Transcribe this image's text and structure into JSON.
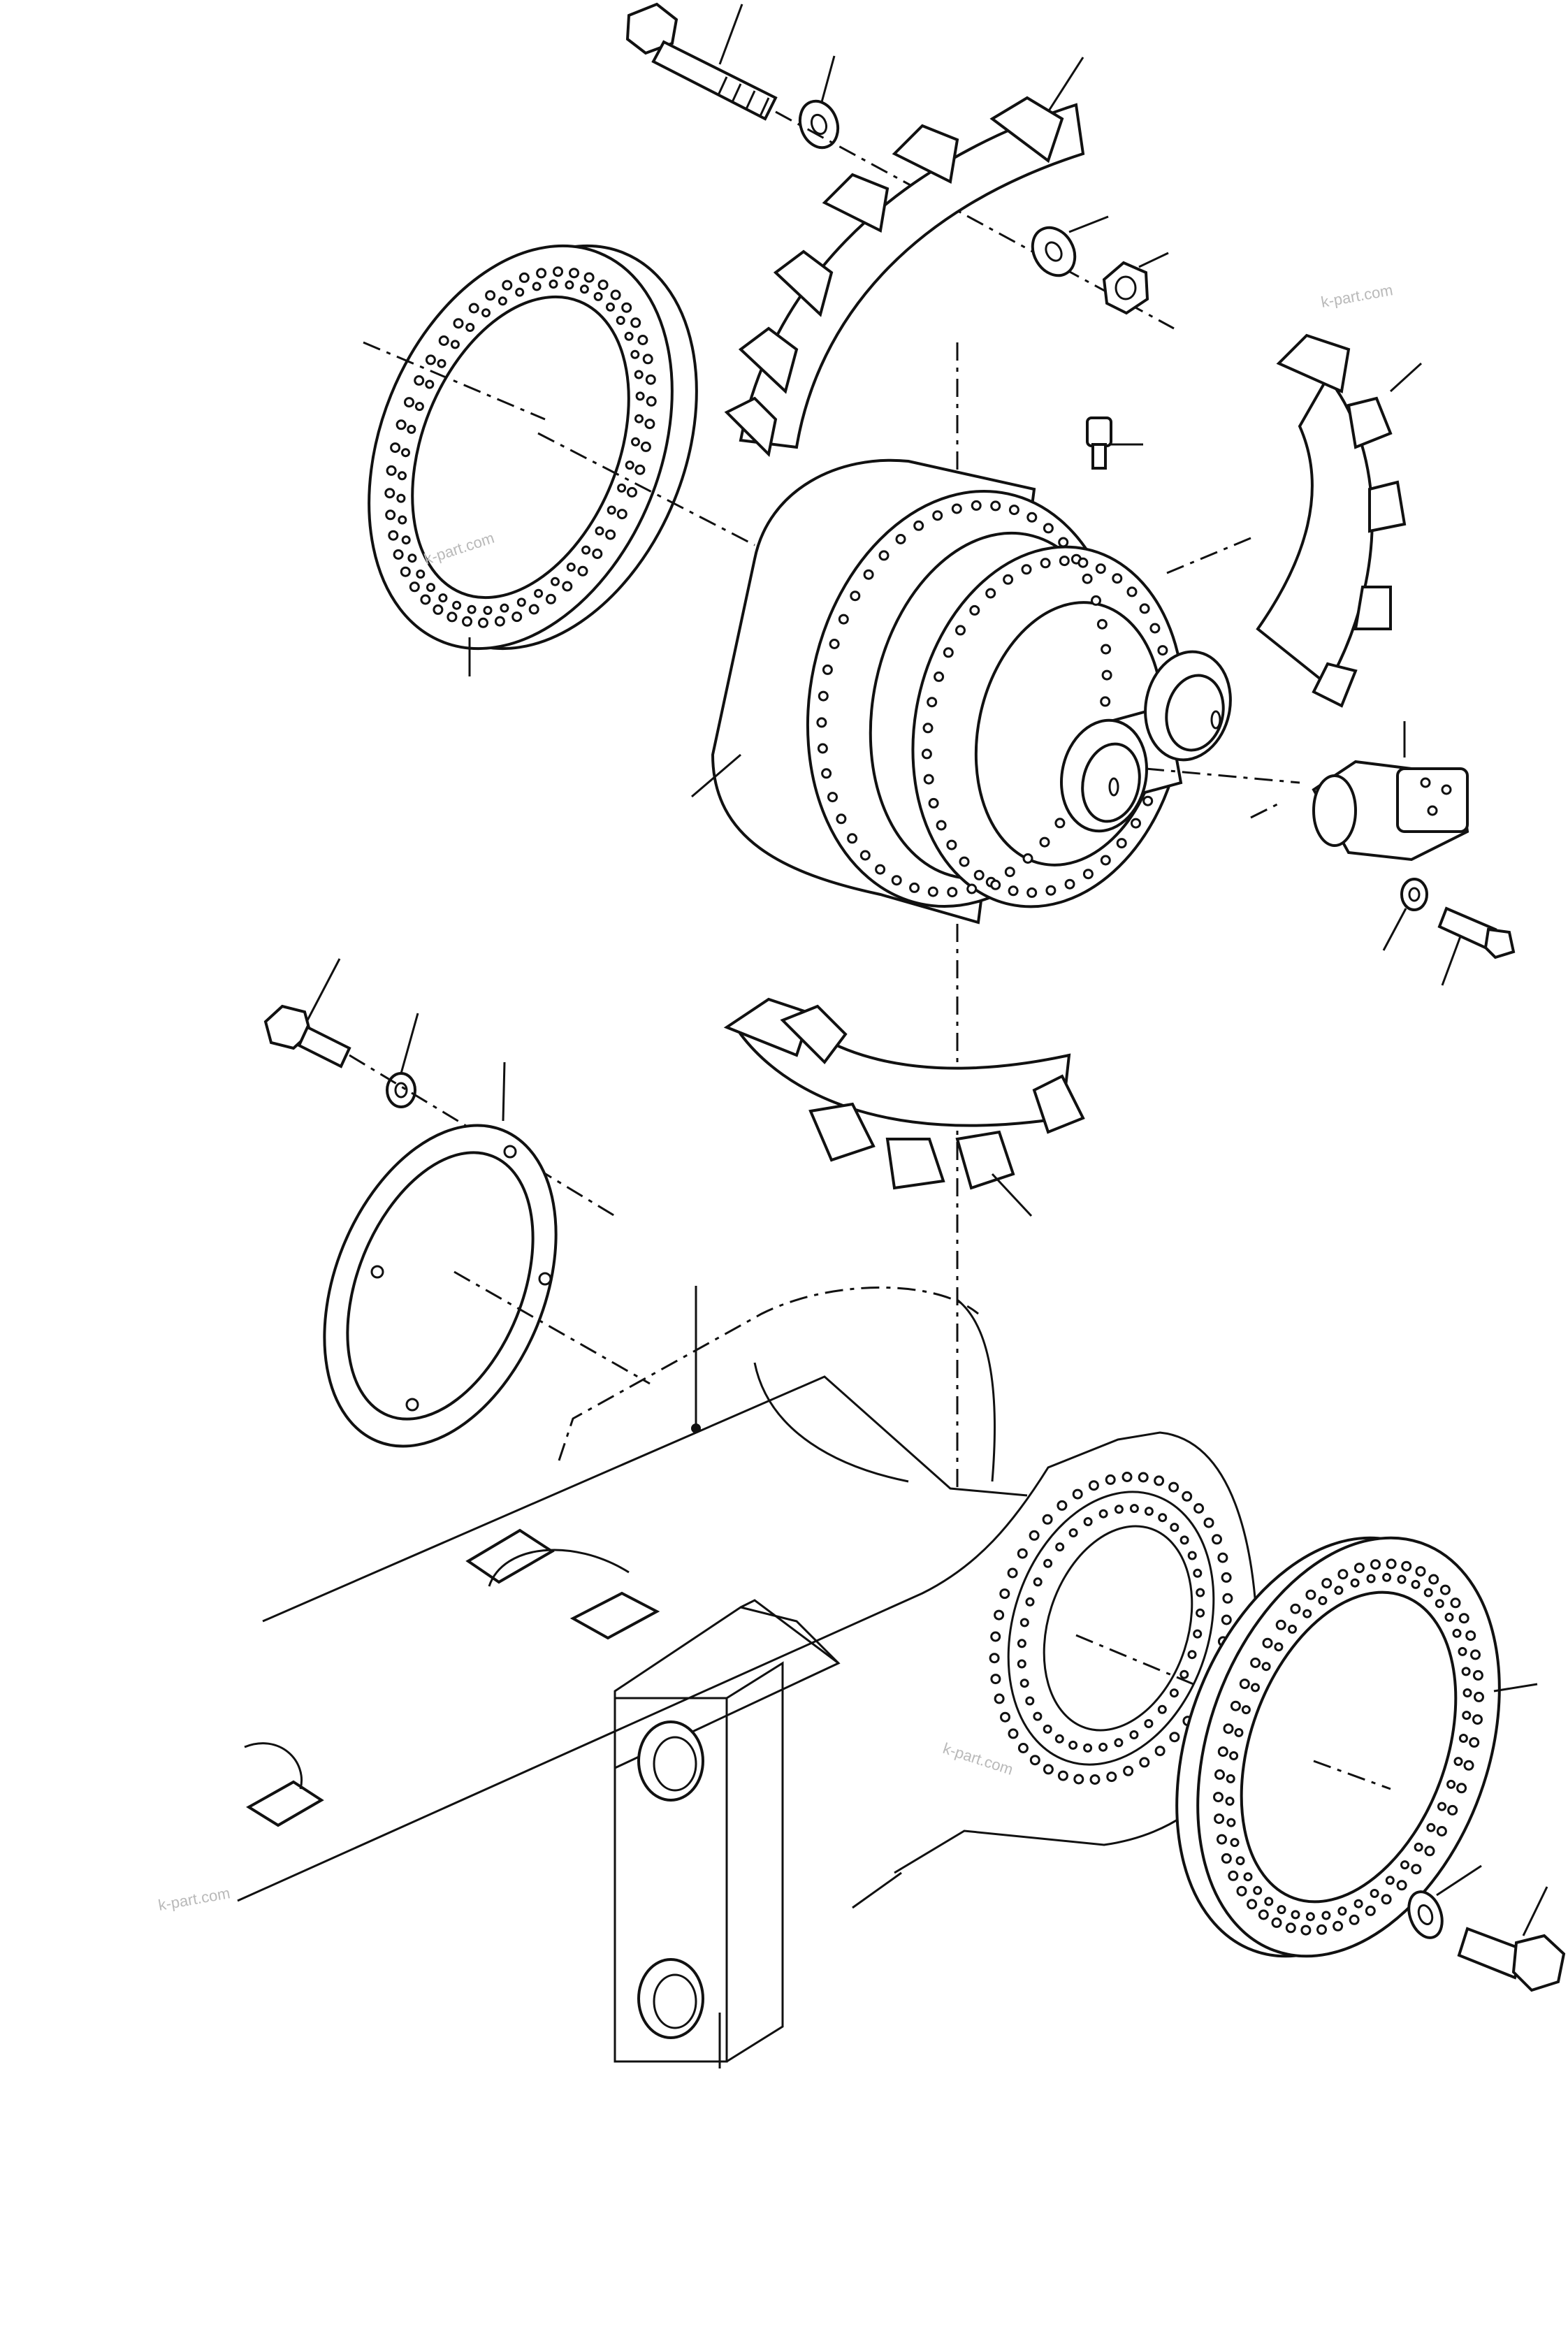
{
  "watermarks": [
    {
      "id": "wm-top-right",
      "text": "k-part.com"
    },
    {
      "id": "wm-ring-left",
      "text": "k-part.com"
    },
    {
      "id": "wm-frame-center",
      "text": "k-part.com"
    },
    {
      "id": "wm-bottom-left",
      "text": "k-part.com"
    }
  ],
  "colors": {
    "line": "#111111",
    "background": "#ffffff",
    "watermark": "#b9b9b9"
  }
}
